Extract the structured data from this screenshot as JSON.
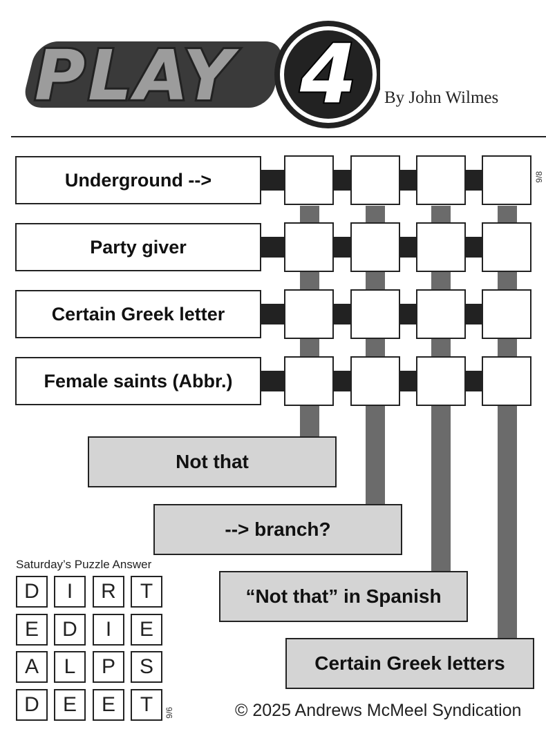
{
  "header": {
    "logo_text": "PLAY",
    "logo_digit": "4",
    "byline": "By John Wilmes"
  },
  "puzzle": {
    "row_clues": [
      "Underground -->",
      "Party giver",
      "Certain Greek letter",
      "Female saints (Abbr.)"
    ],
    "column_clues": [
      "Not that",
      "--> branch?",
      "“Not that” in Spanish",
      "Certain Greek letters"
    ],
    "date_label": "9/8"
  },
  "answer": {
    "title": "Saturday’s Puzzle Answer",
    "grid": [
      [
        "D",
        "I",
        "R",
        "T"
      ],
      [
        "E",
        "D",
        "I",
        "E"
      ],
      [
        "A",
        "L",
        "P",
        "S"
      ],
      [
        "D",
        "E",
        "E",
        "T"
      ]
    ],
    "date_label": "9/6"
  },
  "footer": {
    "copyright": "© 2025 Andrews McMeel Syndication"
  }
}
